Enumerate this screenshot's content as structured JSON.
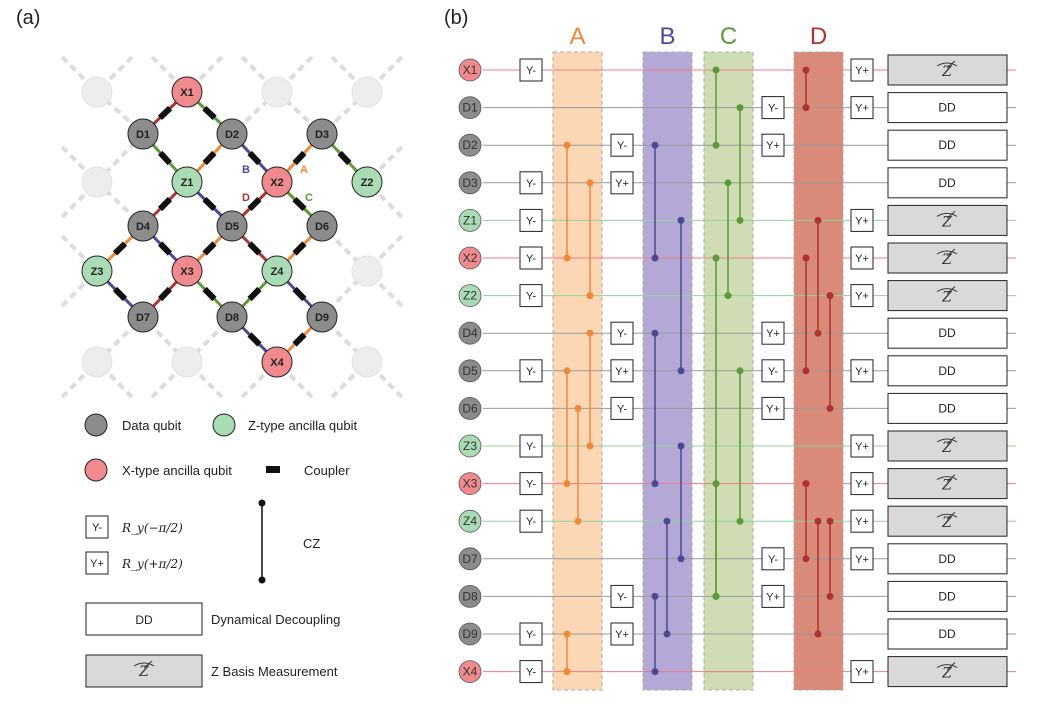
{
  "panels": {
    "a": "(a)",
    "b": "(b)"
  },
  "colors": {
    "data": "#8c8c8c",
    "z_anc": "#a9dcb4",
    "x_anc": "#f08a8f",
    "ghost": "#ededed",
    "A": "#f0883a",
    "A_bg": "#fbd7b6",
    "B": "#4b4896",
    "B_bg": "#b3a8d6",
    "C": "#5a9a38",
    "C_bg": "#cfdcb4",
    "D": "#b0322e",
    "D_bg": "#d98a78",
    "line_data": "#9a9a9a",
    "line_z": "#8fd39b",
    "line_x": "#f07b82"
  },
  "lattice": {
    "qubits": [
      {
        "id": "X1",
        "type": "x"
      },
      {
        "id": "D1",
        "type": "d"
      },
      {
        "id": "D2",
        "type": "d"
      },
      {
        "id": "D3",
        "type": "d"
      },
      {
        "id": "Z1",
        "type": "z"
      },
      {
        "id": "X2",
        "type": "x"
      },
      {
        "id": "Z2",
        "type": "z"
      },
      {
        "id": "D4",
        "type": "d"
      },
      {
        "id": "D5",
        "type": "d"
      },
      {
        "id": "D6",
        "type": "d"
      },
      {
        "id": "Z3",
        "type": "z"
      },
      {
        "id": "X3",
        "type": "x"
      },
      {
        "id": "Z4",
        "type": "z"
      },
      {
        "id": "D7",
        "type": "d"
      },
      {
        "id": "D8",
        "type": "d"
      },
      {
        "id": "D9",
        "type": "d"
      },
      {
        "id": "X4",
        "type": "x"
      }
    ],
    "edge_labels": [
      "A",
      "B",
      "C",
      "D"
    ]
  },
  "legend": {
    "data_qubit": "Data qubit",
    "z_ancilla": "Z-type ancilla qubit",
    "x_ancilla": "X-type ancilla qubit",
    "coupler": "Coupler",
    "yminus_label": "Y-",
    "yminus_desc": "R_y(−π/2)",
    "yplus_label": "Y+",
    "yplus_desc": "R_y(+π/2)",
    "cz": "CZ",
    "dd_box": "DD",
    "dd_desc": "Dynamical Decoupling",
    "meas_desc": "Z Basis Measurement"
  },
  "circuit": {
    "columns": [
      "A",
      "B",
      "C",
      "D"
    ],
    "rows": [
      {
        "id": "X1",
        "type": "x",
        "end": "meas"
      },
      {
        "id": "D1",
        "type": "d",
        "end": "DD"
      },
      {
        "id": "D2",
        "type": "d",
        "end": "DD"
      },
      {
        "id": "D3",
        "type": "d",
        "end": "DD"
      },
      {
        "id": "Z1",
        "type": "z",
        "end": "meas"
      },
      {
        "id": "X2",
        "type": "x",
        "end": "meas"
      },
      {
        "id": "Z2",
        "type": "z",
        "end": "meas"
      },
      {
        "id": "D4",
        "type": "d",
        "end": "DD"
      },
      {
        "id": "D5",
        "type": "d",
        "end": "DD"
      },
      {
        "id": "D6",
        "type": "d",
        "end": "DD"
      },
      {
        "id": "Z3",
        "type": "z",
        "end": "meas"
      },
      {
        "id": "X3",
        "type": "x",
        "end": "meas"
      },
      {
        "id": "Z4",
        "type": "z",
        "end": "meas"
      },
      {
        "id": "D7",
        "type": "d",
        "end": "DD"
      },
      {
        "id": "D8",
        "type": "d",
        "end": "DD"
      },
      {
        "id": "D9",
        "type": "d",
        "end": "DD"
      },
      {
        "id": "X4",
        "type": "x",
        "end": "meas"
      }
    ],
    "dd_label": "DD",
    "meas_label": "Z",
    "gates": {
      "g1": [
        "Y-",
        "",
        "",
        "Y-",
        "Y-",
        "Y-",
        "Y-",
        "",
        "Y-",
        "",
        "Y-",
        "Y-",
        "Y-",
        "",
        "",
        "Y-",
        "Y-"
      ],
      "g2": [
        "",
        "",
        "Y-",
        "Y+",
        "",
        "",
        "",
        "Y-",
        "Y+",
        "Y-",
        "",
        "",
        "",
        "",
        "Y-",
        "Y+",
        ""
      ],
      "g3": [
        "",
        "Y-",
        "Y+",
        "",
        "",
        "",
        "",
        "Y+",
        "Y-",
        "Y+",
        "",
        "",
        "",
        "Y-",
        "Y+",
        "",
        ""
      ],
      "g4": [
        "Y+",
        "Y+",
        "",
        "",
        "Y+",
        "Y+",
        "Y+",
        "",
        "Y+",
        "",
        "Y+",
        "Y+",
        "Y+",
        "Y+",
        "",
        "",
        "Y+"
      ]
    }
  }
}
